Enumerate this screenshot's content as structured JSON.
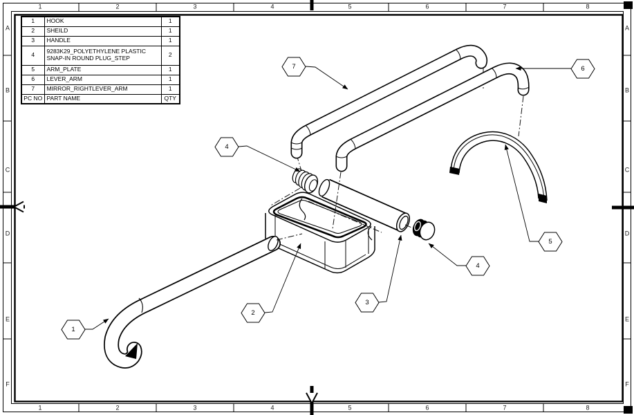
{
  "sheet": {
    "zones": {
      "columns": [
        "1",
        "2",
        "3",
        "4",
        "5",
        "6",
        "7",
        "8"
      ],
      "rows": [
        "A",
        "B",
        "C",
        "D",
        "E",
        "F"
      ]
    },
    "colors": {
      "line_color": "#000000",
      "background": "#ffffff"
    }
  },
  "parts_table": {
    "header": {
      "pc_no": "PC NO",
      "part_name": "PART NAME",
      "qty": "QTY"
    },
    "rows": [
      {
        "pc_no": "1",
        "part_name": "HOOK",
        "qty": "1"
      },
      {
        "pc_no": "2",
        "part_name": "SHEILD",
        "qty": "1"
      },
      {
        "pc_no": "3",
        "part_name": "HANDLE",
        "qty": "1"
      },
      {
        "pc_no": "4",
        "part_name": "9283K29_POLYETHYLENE PLASTIC SNAP-IN ROUND PLUG_STEP",
        "qty": "2"
      },
      {
        "pc_no": "5",
        "part_name": "ARM_PLATE",
        "qty": "1"
      },
      {
        "pc_no": "6",
        "part_name": "LEVER_ARM",
        "qty": "1"
      },
      {
        "pc_no": "7",
        "part_name": "MIRROR_RIGHTLEVER_ARM",
        "qty": "1"
      }
    ]
  },
  "balloons": [
    {
      "label": "1"
    },
    {
      "label": "2"
    },
    {
      "label": "3"
    },
    {
      "label": "4"
    },
    {
      "label": "4"
    },
    {
      "label": "5"
    },
    {
      "label": "6"
    },
    {
      "label": "7"
    }
  ]
}
